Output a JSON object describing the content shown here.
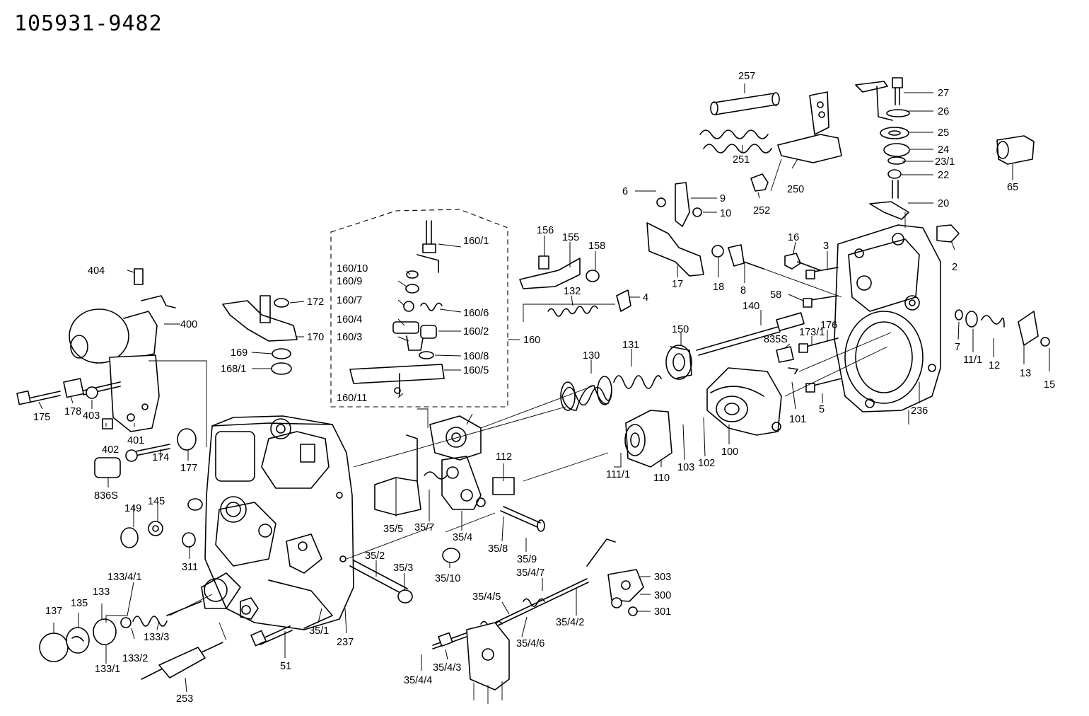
{
  "document": {
    "part_number": "105931-9482"
  },
  "callouts": {
    "c257": "257",
    "c251": "251",
    "c250": "250",
    "c252": "252",
    "c27": "27",
    "c26": "26",
    "c25": "25",
    "c24": "24",
    "c23_1": "23/1",
    "c22": "22",
    "c20": "20",
    "c65": "65",
    "c6": "6",
    "c9": "9",
    "c10": "10",
    "c17": "17",
    "c18": "18",
    "c8": "8",
    "c156": "156",
    "c155": "155",
    "c158": "158",
    "c132": "132",
    "c4": "4",
    "c16": "16",
    "c3": "3",
    "c2": "2",
    "c58": "58",
    "c160_1": "160/1",
    "c160_10": "160/10",
    "c160_9": "160/9",
    "c160_7": "160/7",
    "c160_6": "160/6",
    "c160_4": "160/4",
    "c160_2": "160/2",
    "c160_3": "160/3",
    "c160": "160",
    "c160_8": "160/8",
    "c160_5": "160/5",
    "c160_11": "160/11",
    "c172": "172",
    "c170": "170",
    "c169": "169",
    "c168_1": "168/1",
    "c404": "404",
    "c400": "400",
    "c175": "175",
    "c178": "178",
    "c403": "403",
    "c402": "402",
    "c401": "401",
    "c174": "174",
    "c177": "177",
    "c836S_left": "836S",
    "c149": "149",
    "c145": "145",
    "c311": "311",
    "c140": "140",
    "c150": "150",
    "c131": "131",
    "c130": "130",
    "c176": "176",
    "c173_1": "173/1",
    "c835S": "835S",
    "c7": "7",
    "c11_1": "11/1",
    "c12": "12",
    "c13": "13",
    "c15": "15",
    "c236": "236",
    "c101": "101",
    "c5": "5",
    "c100": "100",
    "c102": "102",
    "c103": "103",
    "c110": "110",
    "c111_1": "111/1",
    "c112": "112",
    "c35_5": "35/5",
    "c35_7": "35/7",
    "c35_4": "35/4",
    "c35_8": "35/8",
    "c35_9": "35/9",
    "c35_10": "35/10",
    "c35_2": "35/2",
    "c35_3": "35/3",
    "c303": "303",
    "c300": "300",
    "c301": "301",
    "c35_4_7": "35/4/7",
    "c35_4_5": "35/4/5",
    "c35_4_2": "35/4/2",
    "c35_4_6": "35/4/6",
    "c35_4_4": "35/4/4",
    "c35_4_3": "35/4/3",
    "c133_4_1": "133/4/1",
    "c133": "133",
    "c135": "135",
    "c137": "137",
    "c133_1": "133/1",
    "c133_2": "133/2",
    "c133_3": "133/3",
    "c253": "253",
    "c51": "51",
    "c35_1": "35/1",
    "c237": "237"
  }
}
